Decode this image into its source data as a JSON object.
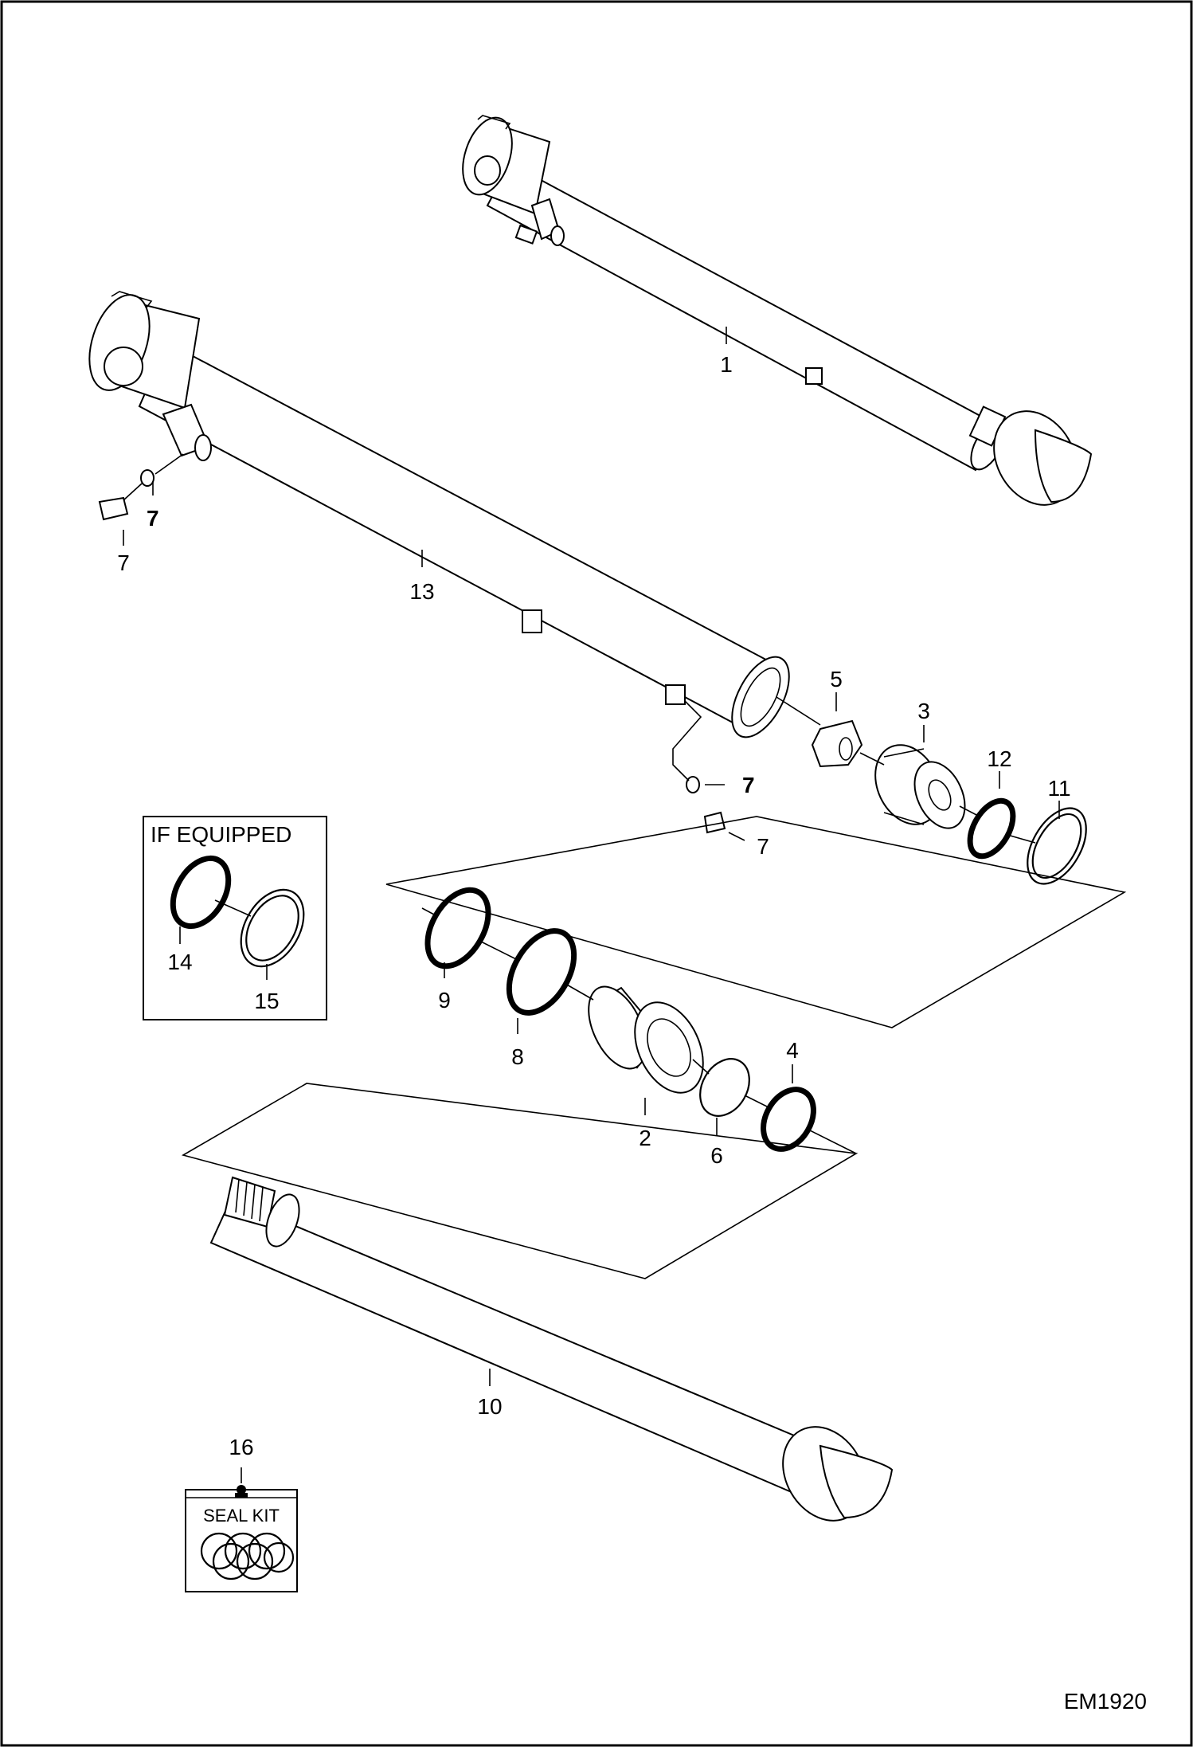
{
  "drawing_code": "EM1920",
  "if_equipped_box": {
    "title": "IF EQUIPPED",
    "labels": [
      "14",
      "15"
    ]
  },
  "seal_kit": {
    "number": "16",
    "label": "SEAL KIT"
  },
  "callouts": {
    "c1": "1",
    "c2": "2",
    "c3": "3",
    "c4": "4",
    "c5": "5",
    "c6": "6",
    "c7a": "7",
    "c7b": "7",
    "c7c": "7",
    "c7d": "7",
    "c8": "8",
    "c9": "9",
    "c10": "10",
    "c11": "11",
    "c12": "12",
    "c13": "13"
  }
}
